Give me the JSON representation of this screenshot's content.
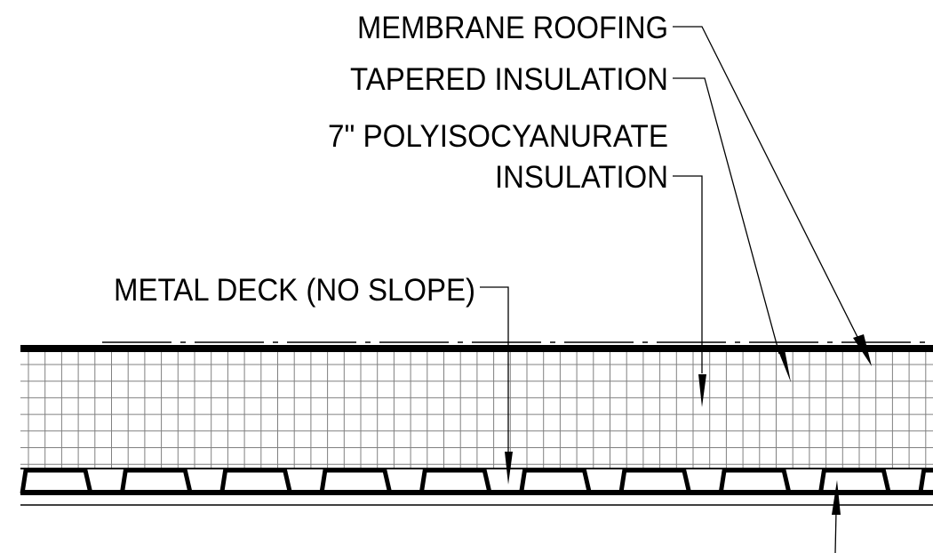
{
  "labels": {
    "membrane": "MEMBRANE ROOFING",
    "tapered": "TAPERED INSULATION",
    "polyiso_line1": "7\" POLYISOCYANURATE",
    "polyiso_line2": "INSULATION",
    "deck": "METAL DECK (NO SLOPE)"
  },
  "colors": {
    "line": "#000000",
    "grid": "#808080",
    "background": "#ffffff"
  }
}
